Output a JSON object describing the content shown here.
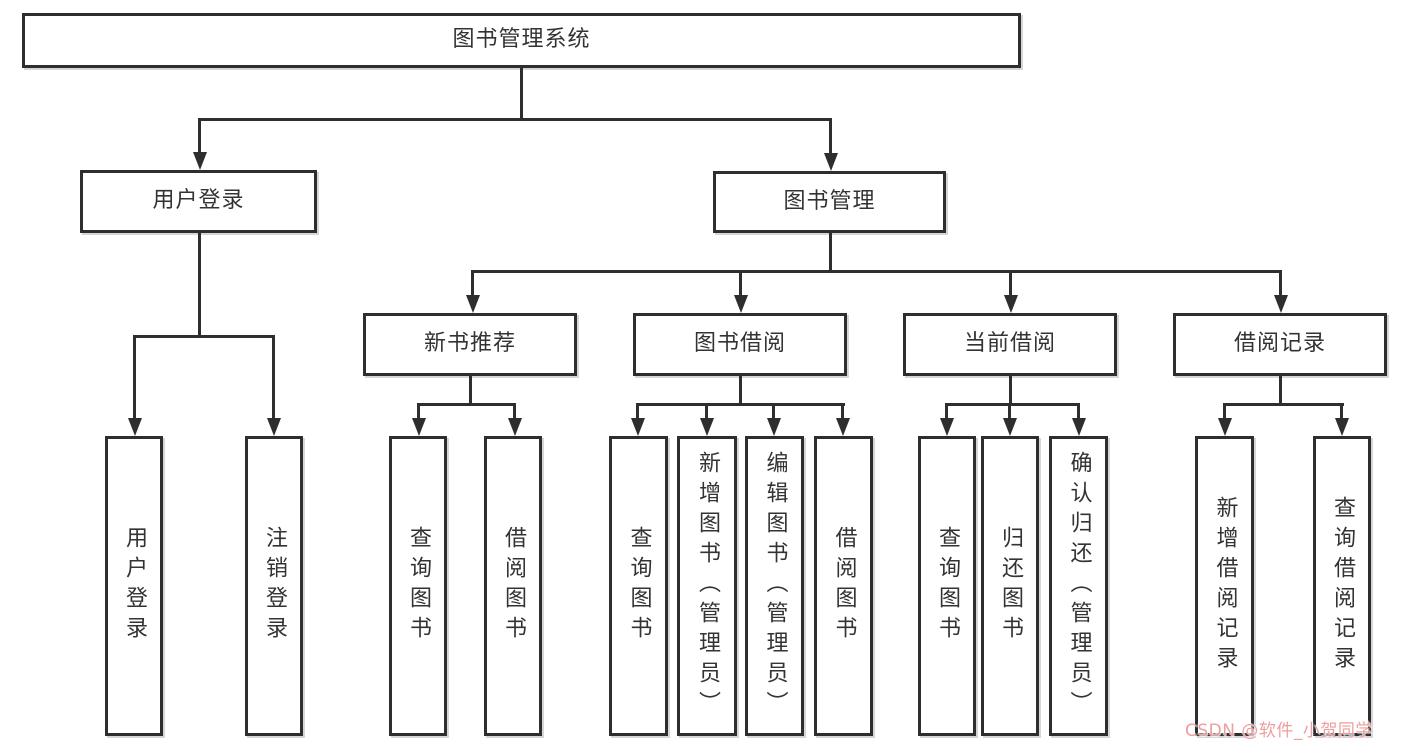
{
  "tree": {
    "label": "图书管理系统",
    "children": [
      {
        "label": "用户登录",
        "children": [
          {
            "label": "用户登录"
          },
          {
            "label": "注销登录"
          }
        ]
      },
      {
        "label": "图书管理",
        "children": [
          {
            "label": "新书推荐",
            "children": [
              {
                "label": "查询图书"
              },
              {
                "label": "借阅图书"
              }
            ]
          },
          {
            "label": "图书借阅",
            "children": [
              {
                "label": "查询图书"
              },
              {
                "label": "新增图书（管理员）"
              },
              {
                "label": "编辑图书（管理员）"
              },
              {
                "label": "借阅图书"
              }
            ]
          },
          {
            "label": "当前借阅",
            "children": [
              {
                "label": "查询图书"
              },
              {
                "label": "归还图书"
              },
              {
                "label": "确认归还（管理员）"
              }
            ]
          },
          {
            "label": "借阅记录",
            "children": [
              {
                "label": "新增借阅记录"
              },
              {
                "label": "查询借阅记录"
              }
            ]
          }
        ]
      }
    ]
  },
  "watermark": {
    "text": "CSDN @软件_小贺同学"
  },
  "colors": {
    "line": "#2e2e2e",
    "text": "#333333",
    "watermark": "#ee9e9e",
    "background": "#ffffff"
  }
}
